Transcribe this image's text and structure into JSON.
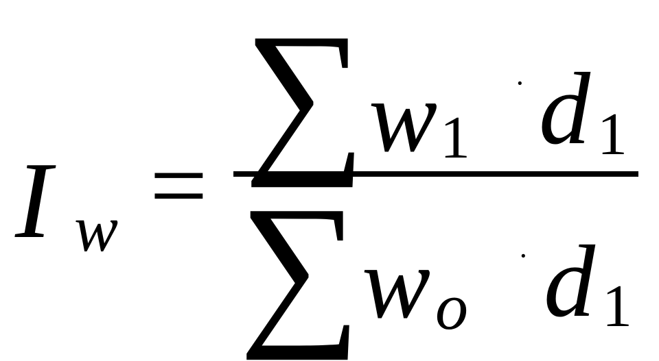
{
  "formula": {
    "lhs": {
      "symbol": "I",
      "subscript": "w"
    },
    "equals": "=",
    "numerator": {
      "sum": "∑",
      "weight": {
        "symbol": "w",
        "subscript": "1"
      },
      "operator": "·",
      "distance": {
        "symbol": "d",
        "subscript": "1"
      }
    },
    "denominator": {
      "sum": "∑",
      "weight": {
        "symbol": "w",
        "subscript": "o"
      },
      "operator": "·",
      "distance": {
        "symbol": "d",
        "subscript": "1"
      }
    }
  },
  "colors": {
    "text": "#000000",
    "background": "#ffffff"
  }
}
